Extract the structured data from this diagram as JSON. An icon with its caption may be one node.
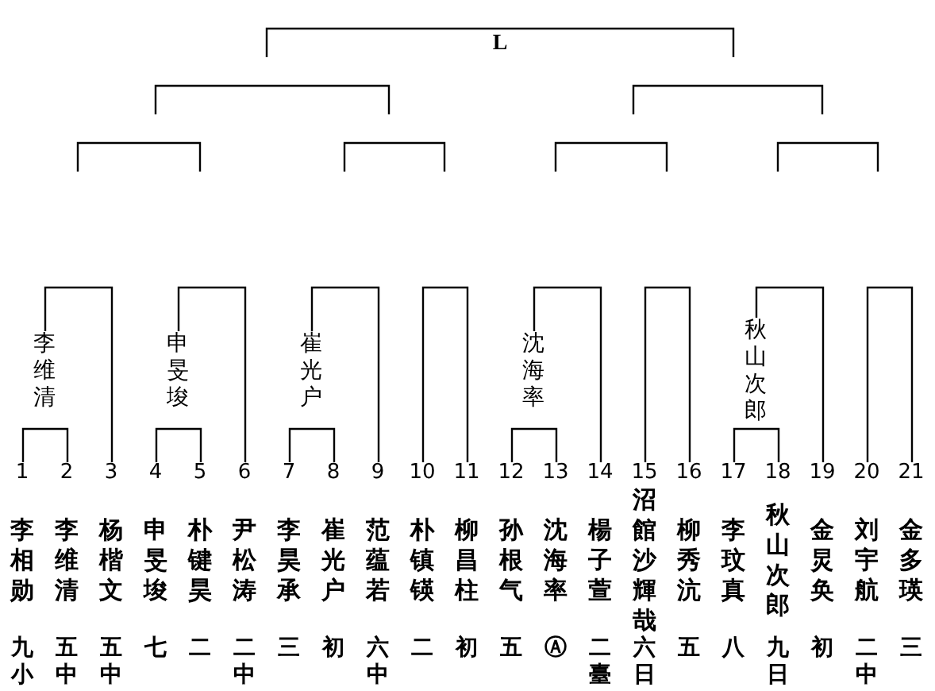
{
  "diagram": {
    "nodes": [
      {
        "text": [
          "李维清"
        ]
      },
      {
        "text": [
          "申旻埈"
        ]
      },
      {
        "text": [
          "崔光户"
        ]
      },
      {
        "text": [
          "沈海率"
        ]
      },
      {
        "text": [
          "秋山次郎"
        ]
      },
      {
        "text": [
          "1"
        ],
        "beside": [
          "李相勋",
          "九小"
        ]
      },
      {
        "text": [
          "2"
        ],
        "beside": [
          "李维清",
          "五中"
        ]
      },
      {
        "text": [
          "3"
        ],
        "beside": [
          "杨楷文",
          "五中"
        ]
      },
      {
        "text": [
          "4"
        ],
        "beside": [
          "申旻埈",
          "七"
        ]
      },
      {
        "text": [
          "5"
        ],
        "beside": [
          "朴键昊",
          "二"
        ]
      },
      {
        "text": [
          "6"
        ],
        "beside": [
          "尹松涛",
          "二中"
        ]
      },
      {
        "text": [
          "7"
        ],
        "beside": [
          "李昊承",
          "三"
        ]
      },
      {
        "text": [
          "8"
        ],
        "beside": [
          "崔光户",
          "初"
        ]
      },
      {
        "text": [
          "9"
        ],
        "beside": [
          "范蕴若",
          "六中"
        ]
      },
      {
        "text": [
          "10"
        ],
        "beside": [
          "朴镇锳",
          "二"
        ]
      },
      {
        "text": [
          "11"
        ],
        "beside": [
          "柳昌柱",
          "初"
        ]
      },
      {
        "text": [
          "12"
        ],
        "beside": [
          "孙根气",
          "五"
        ]
      },
      {
        "text": [
          "13"
        ],
        "beside": [
          "沈海率",
          "Ⓐ"
        ]
      },
      {
        "text": [
          "14"
        ],
        "beside": [
          "楊子萱",
          "二臺"
        ]
      },
      {
        "text": [
          "15"
        ],
        "beside": [
          "沼館沙輝哉",
          "六日"
        ]
      },
      {
        "text": [
          "16"
        ],
        "beside": [
          "柳秀沆",
          "五"
        ]
      },
      {
        "text": [
          "17"
        ],
        "beside": [
          "李玟真",
          "八"
        ]
      },
      {
        "text": [
          "18"
        ],
        "beside": [
          "秋山次郎",
          "九日"
        ]
      },
      {
        "text": [
          "19"
        ],
        "beside": [
          "金炅奂",
          "初"
        ]
      },
      {
        "text": [
          "20"
        ],
        "beside": [
          "刘宇航",
          "二中"
        ]
      },
      {
        "text": [
          "21"
        ],
        "beside": [
          "金多瑛",
          "三"
        ]
      }
    ],
    "edges": [
      {
        "from": 0,
        "to": 7,
        "arrow": "none"
      },
      {
        "from": 1,
        "to": 10,
        "arrow": "none"
      },
      {
        "from": 2,
        "to": 13,
        "arrow": "none"
      },
      {
        "from": 14,
        "to": 15,
        "arrow": "none"
      },
      {
        "from": 3,
        "to": 18,
        "arrow": "none"
      },
      {
        "from": 19,
        "to": 20,
        "arrow": "none"
      },
      {
        "from": 4,
        "to": 23,
        "arrow": "none"
      },
      {
        "from": 24,
        "to": 25,
        "arrow": "none"
      },
      {
        "from": 5,
        "to": 6,
        "arrow": "none"
      },
      {
        "from": 8,
        "to": 9,
        "arrow": "none"
      },
      {
        "from": 11,
        "to": 12,
        "arrow": "none"
      },
      {
        "from": 16,
        "to": 17,
        "arrow": "none"
      },
      {
        "from": 21,
        "to": 22,
        "arrow": "none"
      }
    ],
    "labels": [
      "L"
    ]
  }
}
